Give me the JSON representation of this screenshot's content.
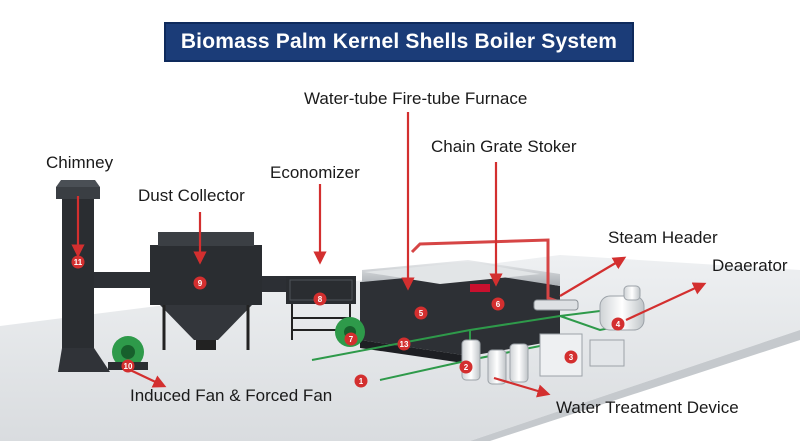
{
  "title": "Biomass Palm Kernel Shells Boiler System",
  "labels": {
    "chimney": "Chimney",
    "dust_collector": "Dust Collector",
    "economizer": "Economizer",
    "furnace": "Water-tube Fire-tube Furnace",
    "stoker": "Chain Grate Stoker",
    "steam_header": "Steam Header",
    "deaerator": "Deaerator",
    "fans": "Induced Fan & Forced Fan",
    "water_treatment": "Water Treatment Device"
  },
  "markers": [
    "1",
    "2",
    "3",
    "4",
    "5",
    "6",
    "7",
    "8",
    "9",
    "10",
    "11",
    "13"
  ],
  "colors": {
    "title_bg": "#1b3c78",
    "arrow": "#d32f2f",
    "pipe_green": "#2e9a4a",
    "pipe_red": "#d64545",
    "equipment": "#2a2d31",
    "floor": "#e6e8ea"
  }
}
